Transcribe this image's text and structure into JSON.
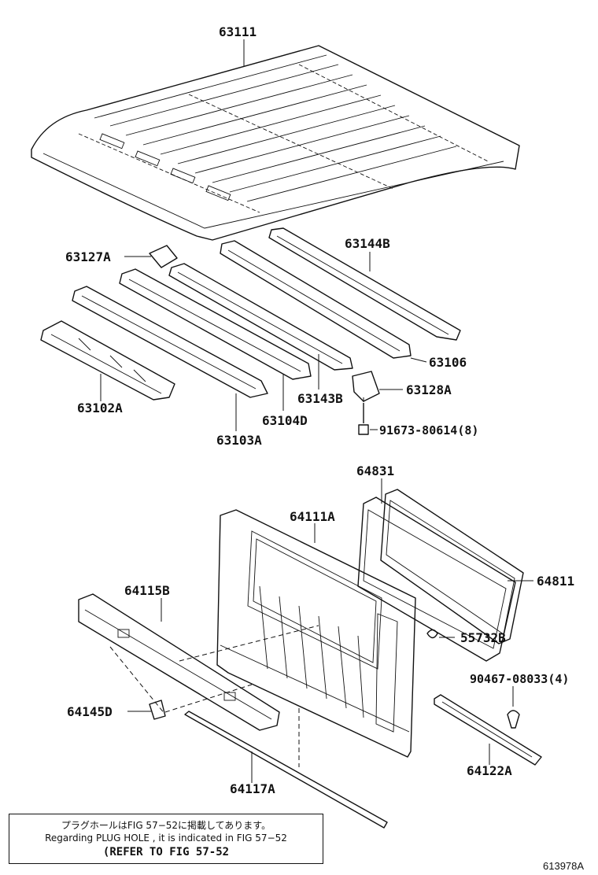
{
  "labels": {
    "p63111": "63111",
    "p63127A": "63127A",
    "p63144B": "63144B",
    "p63106": "63106",
    "p63128A": "63128A",
    "p63143B": "63143B",
    "p63104D": "63104D",
    "p63103A": "63103A",
    "p63102A": "63102A",
    "p91673": "91673-80614(8)",
    "p64831": "64831",
    "p64111A": "64111A",
    "p64811": "64811",
    "p64115B": "64115B",
    "p55732B": "55732B",
    "p90467": "90467-08033(4)",
    "p64145D": "64145D",
    "p64117A": "64117A",
    "p64122A": "64122A"
  },
  "note": {
    "line_jp": "プラグホールはFIG 57−52に掲載してあります。",
    "line_en": "Regarding PLUG HOLE , it is indicated in FIG 57−52",
    "line_ref": "(REFER TO FIG 57-52"
  },
  "figure_id": "613978A"
}
